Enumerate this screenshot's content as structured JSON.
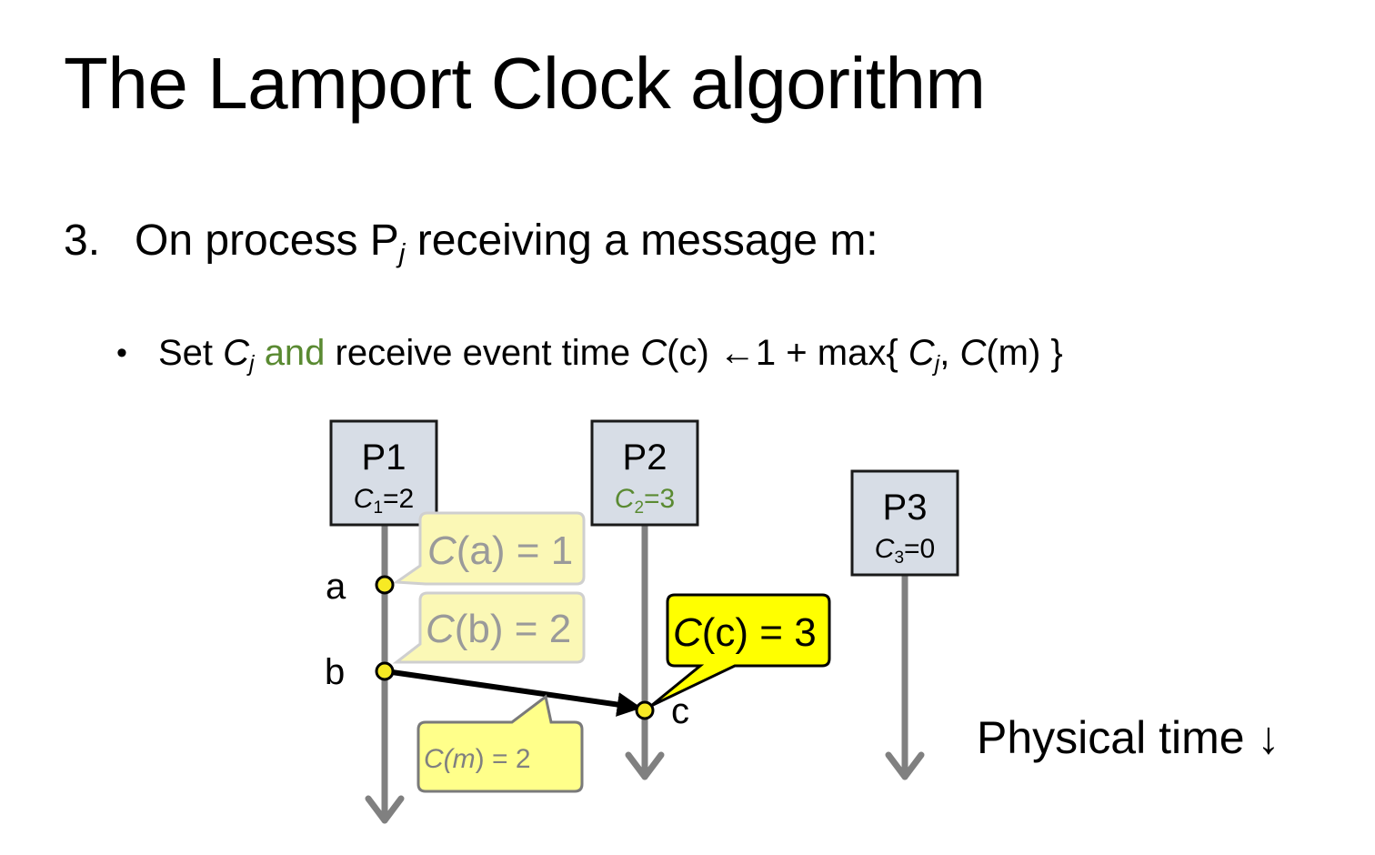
{
  "slide": {
    "title": "The Lamport Clock algorithm",
    "step": {
      "number": "3.",
      "prefix": "On process P",
      "sub": "j",
      "suffix": " receiving a message m:"
    },
    "bullet": {
      "marker": "•",
      "set": "Set ",
      "c": "C",
      "j": "j",
      "and": "and",
      "rest1": " receive event time ",
      "cc": "(c) ",
      "arrow": "←",
      "rest2": "1 + max{ ",
      "comma": ", ",
      "cm": "(m) }"
    }
  },
  "diagram": {
    "processes": [
      {
        "name": "P1",
        "clock_var": "C",
        "clock_sub": "1",
        "clock_value": "=2",
        "highlight": false
      },
      {
        "name": "P2",
        "clock_var": "C",
        "clock_sub": "2",
        "clock_value": "=3",
        "highlight": true
      },
      {
        "name": "P3",
        "clock_var": "C",
        "clock_sub": "3",
        "clock_value": "=0",
        "highlight": false
      }
    ],
    "events": [
      {
        "label": "a",
        "clock_var": "C",
        "arg": "(a) = 1",
        "active": false
      },
      {
        "label": "b",
        "clock_var": "C",
        "arg": "(b) = 2",
        "active": false
      },
      {
        "label": "c",
        "clock_var": "C",
        "arg": "(c) = 3",
        "active": true
      }
    ],
    "message": {
      "clock_var": "C(m",
      "value": ") = 2"
    },
    "physical_time": "Physical time ↓",
    "colors": {
      "box_fill": "#d7dde6",
      "timeline": "#808080",
      "event_fill": "#f7ea24",
      "callout_active": "#ffff00",
      "callout_faded": "#fbf8b6",
      "faded_text": "#9a9a9a",
      "highlight_text": "#5a8a32"
    }
  }
}
